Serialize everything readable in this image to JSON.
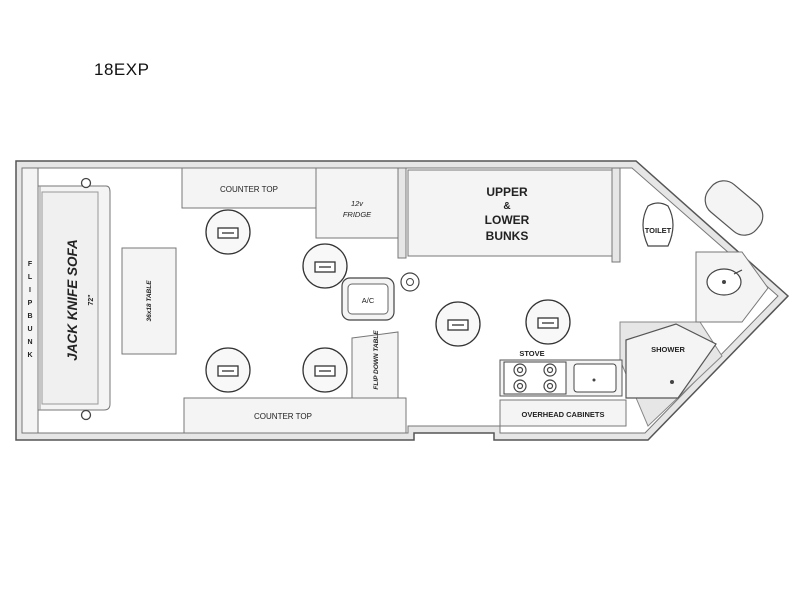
{
  "model": "18EXP",
  "labels": {
    "counter_top_upper": "COUNTER TOP",
    "counter_top_lower": "COUNTER TOP",
    "fridge_1": "12v",
    "fridge_2": "FRIDGE",
    "bunks_1": "UPPER",
    "bunks_2": "&",
    "bunks_3": "LOWER",
    "bunks_4": "BUNKS",
    "toilet": "TOILET",
    "shower": "SHOWER",
    "stove": "STOVE",
    "overhead_cabinets": "OVERHEAD CABINETS",
    "ac": "A/C",
    "flip_down_table": "FLIP DOWN TABLE",
    "table": "36x18 TABLE",
    "sofa": "JACK KNIFE SOFA",
    "sofa_length": "72\"",
    "flip_bunk": [
      "F",
      "L",
      "I",
      "P",
      "B",
      "U",
      "N",
      "K"
    ]
  },
  "colors": {
    "wall_fill": "#e6e6e6",
    "fixture_fill": "#f4f4f4",
    "line": "#555555"
  }
}
